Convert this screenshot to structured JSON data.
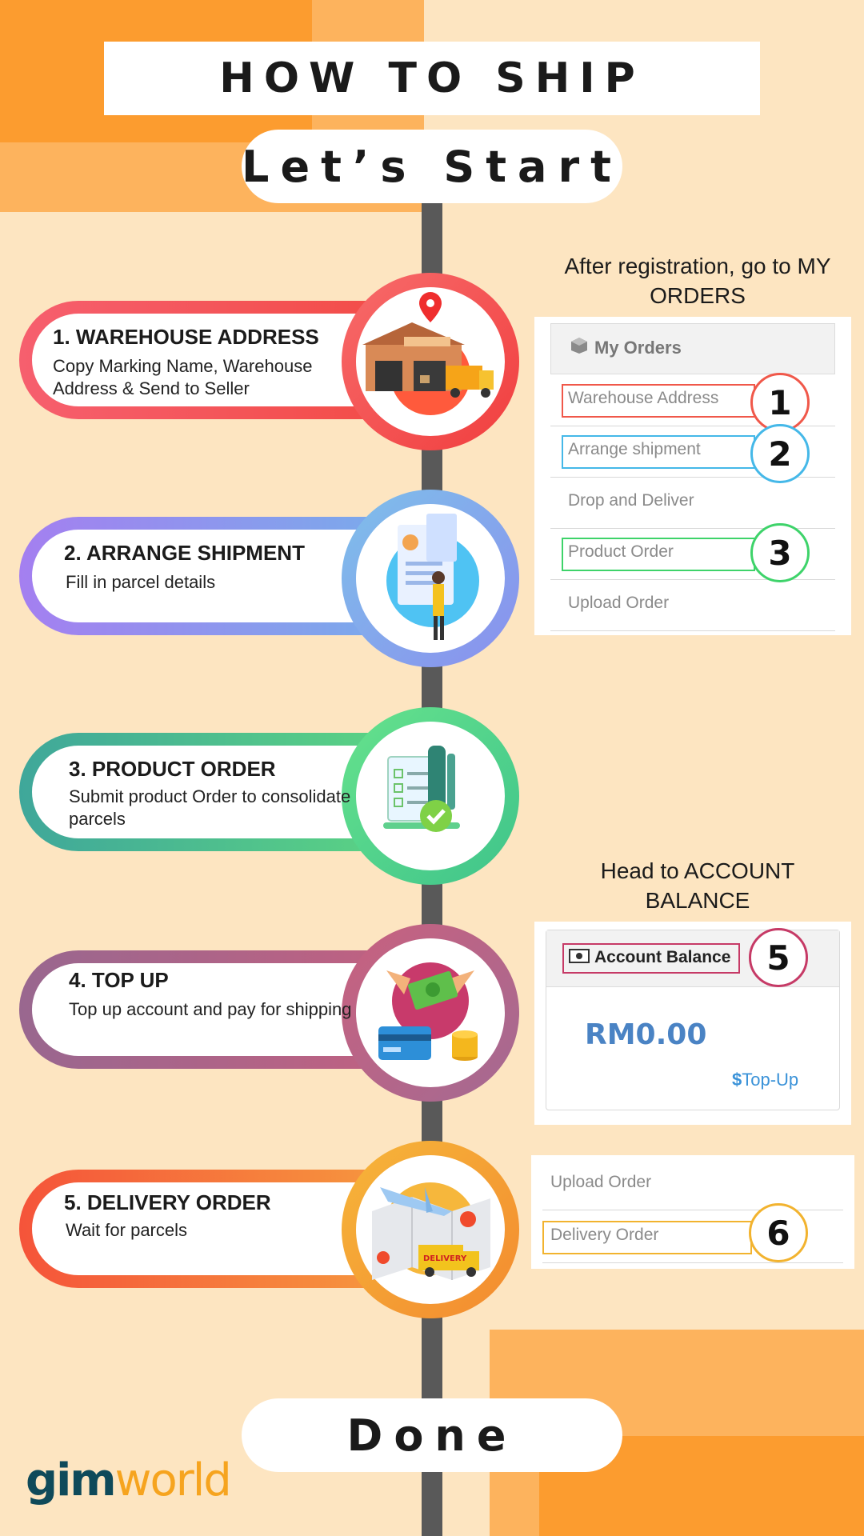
{
  "header": {
    "title": "HOW TO SHIP",
    "start": "Let’s Start"
  },
  "footer": {
    "done": "Done",
    "logo_gim": "gim",
    "logo_world": "world"
  },
  "colors": {
    "bg": "#fde5c1",
    "orange": "#fc9c2f",
    "light_orange": "#fdb35d",
    "step1": "#f85a5a",
    "step2": "#8a8ff2",
    "step3": "#49c89a",
    "step4": "#b66e8f",
    "step5": "#f7a23a"
  },
  "steps": [
    {
      "title": "1. WAREHOUSE ADDRESS",
      "desc": "Copy Marking Name, Warehouse Address & Send to Seller",
      "icon": "warehouse-icon"
    },
    {
      "title": "2. ARRANGE SHIPMENT",
      "desc": "Fill in parcel details",
      "icon": "form-person-icon"
    },
    {
      "title": "3. PRODUCT ORDER",
      "desc": "Submit product Order to consolidate parcels",
      "icon": "checklist-icon"
    },
    {
      "title": "4. TOP UP",
      "desc": "Top up account and pay for shipping",
      "icon": "payment-icon"
    },
    {
      "title": "5. DELIVERY ORDER",
      "desc": "Wait for parcels",
      "icon": "delivery-map-icon"
    }
  ],
  "notes": {
    "orders": "After registration, go to MY ORDERS",
    "balance": "Head to ACCOUNT BALANCE"
  },
  "orders_panel": {
    "title": "My Orders",
    "items": [
      "Warehouse Address",
      "Arrange shipment",
      "Drop and Deliver",
      "Product Order",
      "Upload Order"
    ],
    "badges": [
      "1",
      "2",
      "3"
    ]
  },
  "balance_panel": {
    "title": "Account Balance",
    "amount": "RM0.00",
    "topup": "Top-Up",
    "badge": "5"
  },
  "delivery_panel": {
    "items": [
      "Upload Order",
      "Delivery Order"
    ],
    "badge": "6"
  }
}
